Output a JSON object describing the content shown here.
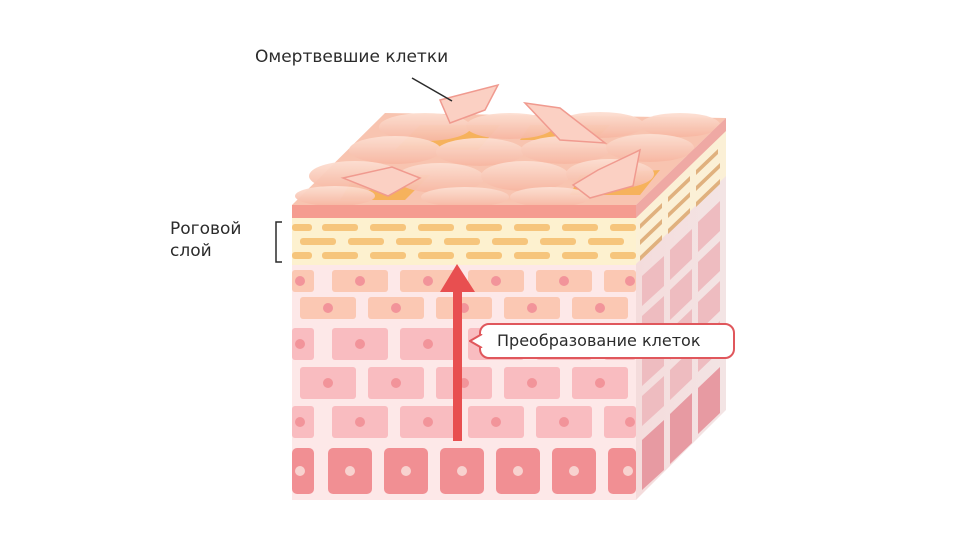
{
  "diagram": {
    "type": "skin-layer-cross-section",
    "labels": {
      "dead_cells": "Омертвевшие клетки",
      "horny_layer_line1": "Роговой",
      "horny_layer_line2": "слой",
      "cell_transformation": "Преобразование клеток"
    },
    "colors": {
      "arrow": "#e84f50",
      "callout_border": "#e0575c",
      "horny_layer_bg": "#fdf1cf",
      "horny_layer_cells": "#f6c57c",
      "top_skin": "#f9c3ae",
      "top_gaps": "#f5b35f",
      "rim": "#f59c90",
      "upper_cells": "#fbc8b3",
      "middle_cells": "#f9b6b9",
      "basal_cells": "#f18f93",
      "side_face": "#f2d7d8"
    }
  }
}
